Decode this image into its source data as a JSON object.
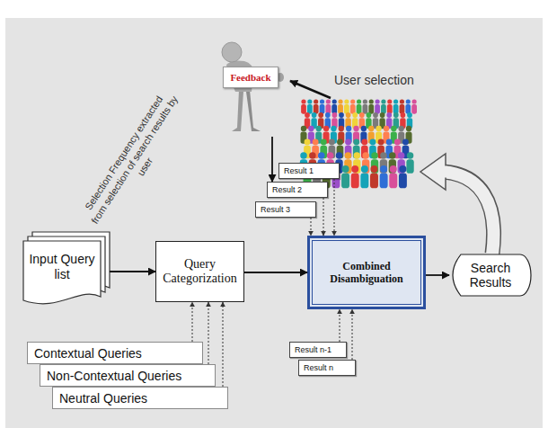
{
  "diagram": {
    "nodes": [
      {
        "text": [
          "Feedback"
        ]
      },
      {
        "text": [
          "Result 1"
        ]
      },
      {
        "text": [
          "Result 2"
        ]
      },
      {
        "text": [
          "Result 3"
        ]
      },
      {
        "text": [
          "Input Query list"
        ]
      },
      {
        "text": [
          "Query Categorization"
        ]
      },
      {
        "text": [
          "Combined Disambiguation"
        ]
      },
      {
        "text": [
          "Search Results"
        ]
      },
      {
        "text": [
          "Contextual Queries"
        ]
      },
      {
        "text": [
          "Non-Contextual Queries"
        ]
      },
      {
        "text": [
          "Neutral Queries"
        ]
      },
      {
        "text": [
          "Result n-1"
        ]
      },
      {
        "text": [
          "Result n"
        ]
      }
    ],
    "edges": [
      {
        "from": 0,
        "to": 2,
        "arrow": "to"
      },
      {
        "from": 1,
        "to": 6,
        "arrow": "to"
      },
      {
        "from": 2,
        "to": 6,
        "arrow": "to"
      },
      {
        "from": 3,
        "to": 6,
        "arrow": "to"
      },
      {
        "from": 4,
        "to": 5,
        "arrow": "to"
      },
      {
        "from": 5,
        "to": 6,
        "arrow": "to"
      },
      {
        "from": 6,
        "to": 7,
        "arrow": "to"
      },
      {
        "from": 8,
        "to": 5,
        "arrow": "to"
      },
      {
        "from": 9,
        "to": 5,
        "arrow": "to"
      },
      {
        "from": 10,
        "to": 5,
        "arrow": "to"
      },
      {
        "from": 11,
        "to": 6,
        "arrow": "to"
      },
      {
        "from": 12,
        "to": 6,
        "arrow": "to"
      }
    ],
    "labels": [
      "User selection",
      "Selection Frequency extracted from selection of search results by user"
    ]
  }
}
